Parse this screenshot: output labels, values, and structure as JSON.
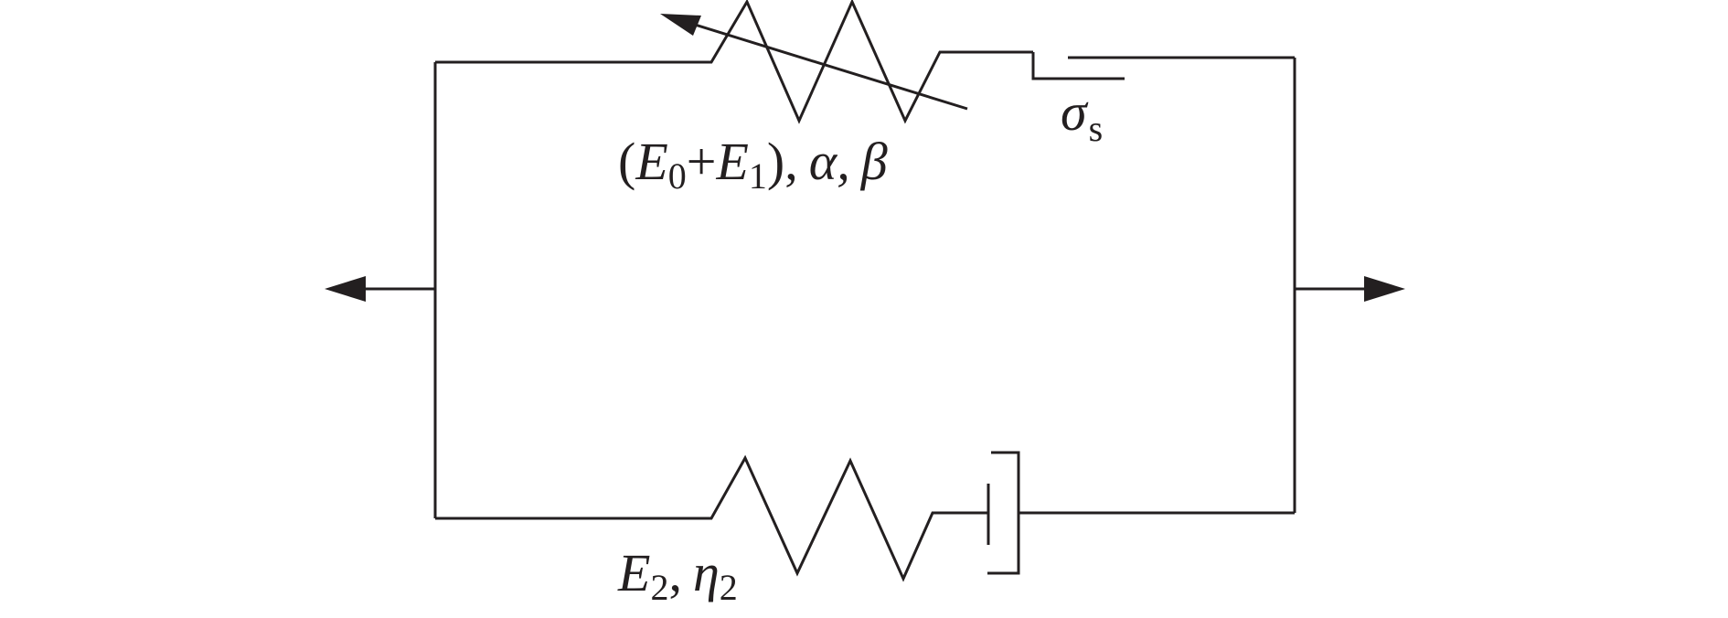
{
  "diagram": {
    "top_label": {
      "open_paren": "(",
      "e0_main": "E",
      "e0_sub": "0",
      "plus": "+",
      "e1_main": "E",
      "e1_sub": "1",
      "close": "),",
      "alpha": "α,",
      "beta": "β"
    },
    "slider_label": {
      "main": "σ",
      "sub": "s"
    },
    "bottom_label": {
      "e2_main": "E",
      "e2_sub": "2",
      "comma": ",",
      "eta_main": "η",
      "eta_sub": "2"
    },
    "colors": {
      "stroke": "#231f20",
      "background": "#ffffff"
    }
  }
}
